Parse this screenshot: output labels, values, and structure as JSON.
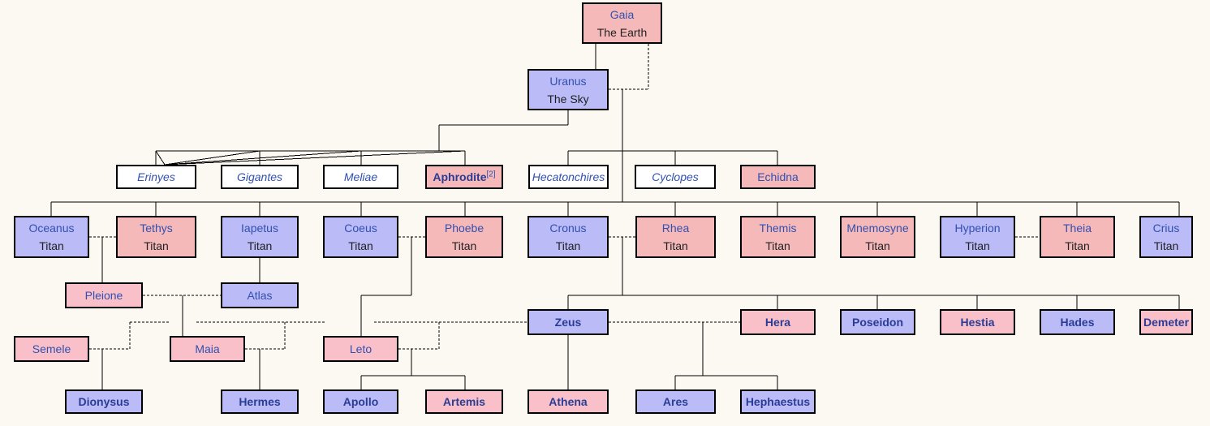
{
  "nodes": {
    "gaia": {
      "name": "Gaia",
      "sub": "The Earth"
    },
    "uranus": {
      "name": "Uranus",
      "sub": "The Sky"
    },
    "erinyes": {
      "name": "Erinyes"
    },
    "gigantes": {
      "name": "Gigantes"
    },
    "meliae": {
      "name": "Meliae"
    },
    "aphrodite": {
      "name": "Aphrodite",
      "note": "[2]"
    },
    "hecatonchires": {
      "name": "Hecatonchires"
    },
    "cyclopes": {
      "name": "Cyclopes"
    },
    "echidna": {
      "name": "Echidna"
    },
    "oceanus": {
      "name": "Oceanus",
      "sub": "Titan"
    },
    "tethys": {
      "name": "Tethys",
      "sub": "Titan"
    },
    "iapetus": {
      "name": "Iapetus",
      "sub": "Titan"
    },
    "coeus": {
      "name": "Coeus",
      "sub": "Titan"
    },
    "phoebe": {
      "name": "Phoebe",
      "sub": "Titan"
    },
    "cronus": {
      "name": "Cronus",
      "sub": "Titan"
    },
    "rhea": {
      "name": "Rhea",
      "sub": "Titan"
    },
    "themis": {
      "name": "Themis",
      "sub": "Titan"
    },
    "mnemosyne": {
      "name": "Mnemosyne",
      "sub": "Titan"
    },
    "hyperion": {
      "name": "Hyperion",
      "sub": "Titan"
    },
    "theia": {
      "name": "Theia",
      "sub": "Titan"
    },
    "crius": {
      "name": "Crius",
      "sub": "Titan"
    },
    "pleione": {
      "name": "Pleione"
    },
    "atlas": {
      "name": "Atlas"
    },
    "zeus": {
      "name": "Zeus"
    },
    "hera": {
      "name": "Hera"
    },
    "poseidon": {
      "name": "Poseidon"
    },
    "hestia": {
      "name": "Hestia"
    },
    "hades": {
      "name": "Hades"
    },
    "demeter": {
      "name": "Demeter"
    },
    "semele": {
      "name": "Semele"
    },
    "maia": {
      "name": "Maia"
    },
    "leto": {
      "name": "Leto"
    },
    "dionysus": {
      "name": "Dionysus"
    },
    "hermes": {
      "name": "Hermes"
    },
    "apollo": {
      "name": "Apollo"
    },
    "artemis": {
      "name": "Artemis"
    },
    "athena": {
      "name": "Athena"
    },
    "ares": {
      "name": "Ares"
    },
    "hephaestus": {
      "name": "Hephaestus"
    }
  }
}
